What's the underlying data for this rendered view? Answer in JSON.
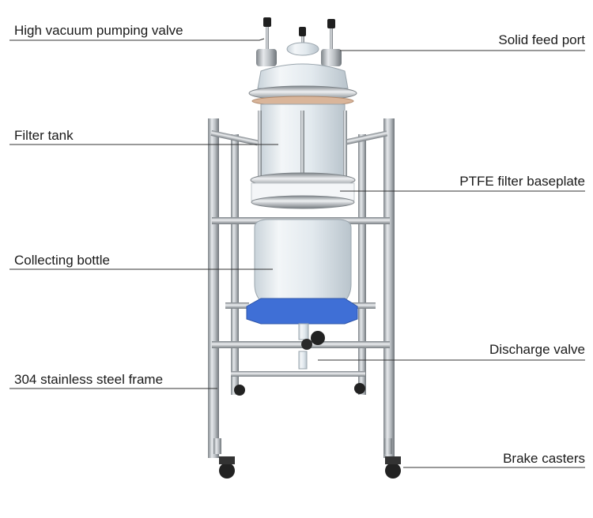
{
  "labels": {
    "high_vacuum_pumping_valve": "High vacuum pumping valve",
    "solid_feed_port": "Solid feed port",
    "filter_tank": "Filter tank",
    "ptfe_filter_baseplate": "PTFE filter baseplate",
    "collecting_bottle": "Collecting bottle",
    "discharge_valve": "Discharge valve",
    "stainless_steel_frame": "304 stainless steel frame",
    "brake_casters": "Brake casters"
  },
  "colors": {
    "leader_line": "#333333",
    "frame_steel": "#a9adb1",
    "glass": "#dfe8ee",
    "ptfe_white": "#f4f6f8",
    "blue_support": "#3f6fd6",
    "caster_black": "#222222"
  }
}
